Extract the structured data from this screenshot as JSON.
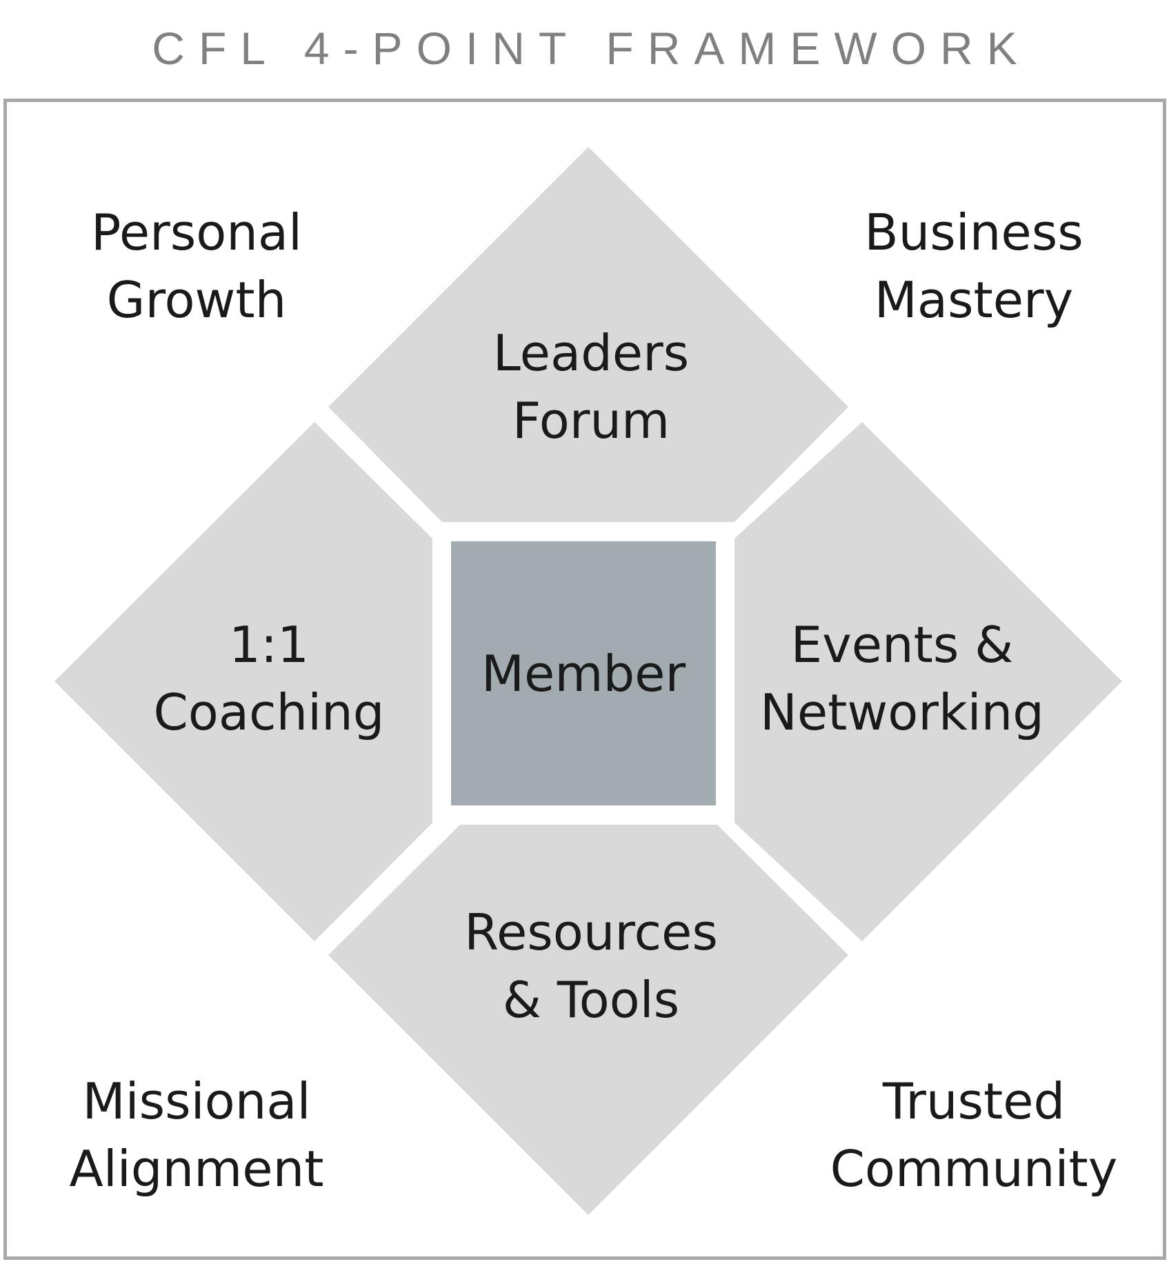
{
  "title": "CFL 4-POINT FRAMEWORK",
  "colors": {
    "frame": "#a8a8a8",
    "petal": "#d9d9d9",
    "center": "#a1abb0",
    "title": "#808080",
    "text": "#1a1a1a"
  },
  "corners": {
    "top_left": {
      "line1": "Personal",
      "line2": "Growth"
    },
    "top_right": {
      "line1": "Business",
      "line2": "Mastery"
    },
    "bottom_left": {
      "line1": "Missional",
      "line2": "Alignment"
    },
    "bottom_right": {
      "line1": "Trusted",
      "line2": "Community"
    }
  },
  "segments": {
    "top": {
      "line1": "Leaders",
      "line2": "Forum"
    },
    "left": {
      "line1": "1:1",
      "line2": "Coaching"
    },
    "right": {
      "line1": "Events &",
      "line2": "Networking"
    },
    "bottom": {
      "line1": "Resources",
      "line2": "& Tools"
    }
  },
  "center": {
    "label": "Member"
  }
}
